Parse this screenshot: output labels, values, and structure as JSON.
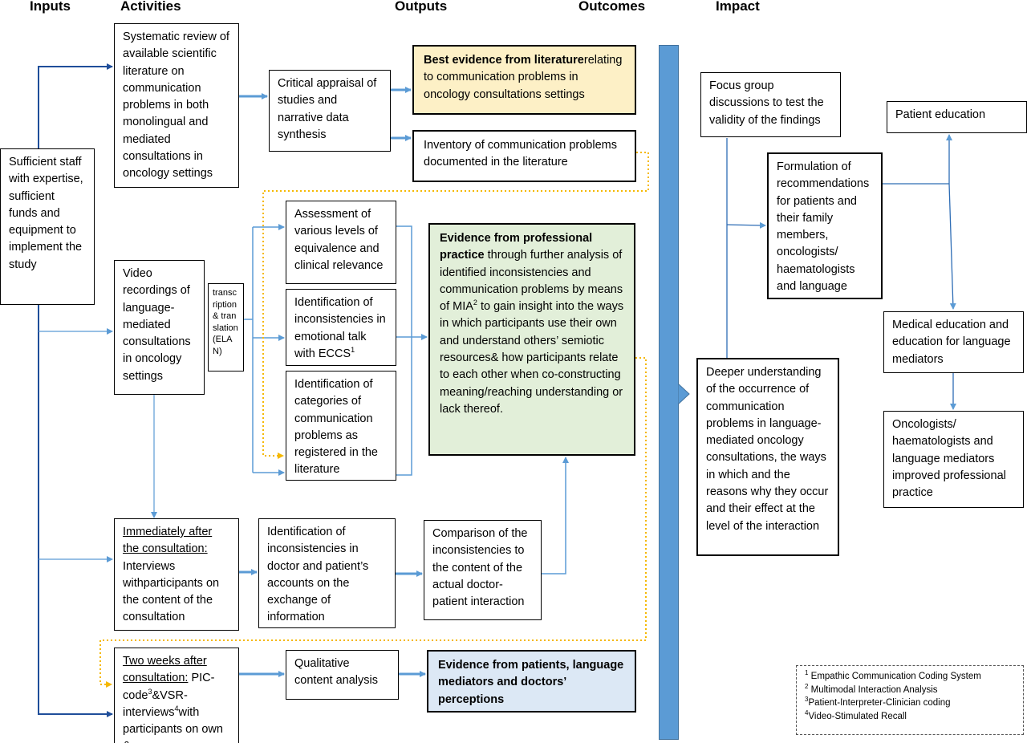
{
  "headers": {
    "inputs": "Inputs",
    "activities": "Activities",
    "outputs": "Outputs",
    "outcomes": "Outcomes",
    "impact": "Impact"
  },
  "inputs": {
    "resources": "Sufficient staff with expertise, sufficient funds and equipment to implement the study"
  },
  "activities": {
    "systematic_review": "Systematic review of available scientific literature on communication problems in both monolingual and mediated consultations in oncology settings",
    "critical_appraisal": "Critical appraisal of studies and narrative data synthesis",
    "video_recordings": "Video recordings of language-mediated consultations in oncology settings",
    "transcription": "transcription& translation (ELAN)",
    "assessment": "Assessment of various levels of equivalence and clinical relevance",
    "identification_emotional": "Identification of inconsistencies in emotional talk with ECCS",
    "identification_emotional_sup": "1",
    "identification_categories": "Identification of categories of communication problems as registered in the literature",
    "immediately_after_heading": "Immediately after the consultation:",
    "immediately_after_text": "Interviews withparticipants on the content of the consultation",
    "identification_accounts": "Identification of inconsistencies in doctor and patient’s accounts on the exchange of information",
    "comparison": "Comparison of the inconsistencies to the content of the actual doctor-patient interaction",
    "two_weeks_heading": "Two weeks after consultation:",
    "two_weeks_text_1": "PIC-code",
    "two_weeks_sup_1": "3",
    "two_weeks_text_2": "&VSR-interviews",
    "two_weeks_sup_2": "4",
    "two_weeks_text_3": "with participants on own &",
    "qualitative": "Qualitative content analysis"
  },
  "outputs": {
    "best_evidence_bold": "Best evidence from literature",
    "best_evidence_rest": "relating to communication problems in oncology consultations settings",
    "inventory": "Inventory of communication problems documented in the literature",
    "professional_bold": "Evidence from professional practice",
    "professional_rest_1": " through further analysis of identified inconsistencies and communication problems by means of MIA",
    "professional_sup": "2",
    "professional_rest_2": " to gain insight into the ways in which participants use their own and understand others’ semiotic resources& how participants relate to each other when co-constructing meaning/reaching understanding or lack thereof.",
    "patients_evidence": "Evidence from patients, language mediators and doctors’ perceptions"
  },
  "outcomes": {
    "deeper_understanding": "Deeper understanding of the occurrence of communication problems in language-mediated oncology consultations, the ways in which and the reasons why they occur and their effect at the level of the interaction"
  },
  "impact": {
    "focus_group": "Focus group discussions to test the validity of the findings",
    "formulation": "Formulation of recommendations for patients and their family members, oncologists/ haematologists and language mediators",
    "patient_education": "Patient education",
    "medical_education": "Medical education and education for language mediators",
    "improved_practice": "Oncologists/ haematologists and language mediators improved professional practice"
  },
  "footnotes": [
    {
      "num": "1",
      "text": "Empathic Communication Coding System"
    },
    {
      "num": "2",
      "text": "Multimodal Interaction Analysis"
    },
    {
      "num": "3",
      "text": "Patient-Interpreter-Clinician coding"
    },
    {
      "num": "4",
      "text": "Video-Stimulated Recall"
    }
  ],
  "colors": {
    "arrow_blue": "#5b9bd5",
    "dark_blue": "#1f4e9a",
    "dotted_orange": "#f5b800",
    "best_evidence_fill": "#fdf0c6",
    "professional_fill": "#e2efd9",
    "patients_fill": "#dce8f5"
  }
}
